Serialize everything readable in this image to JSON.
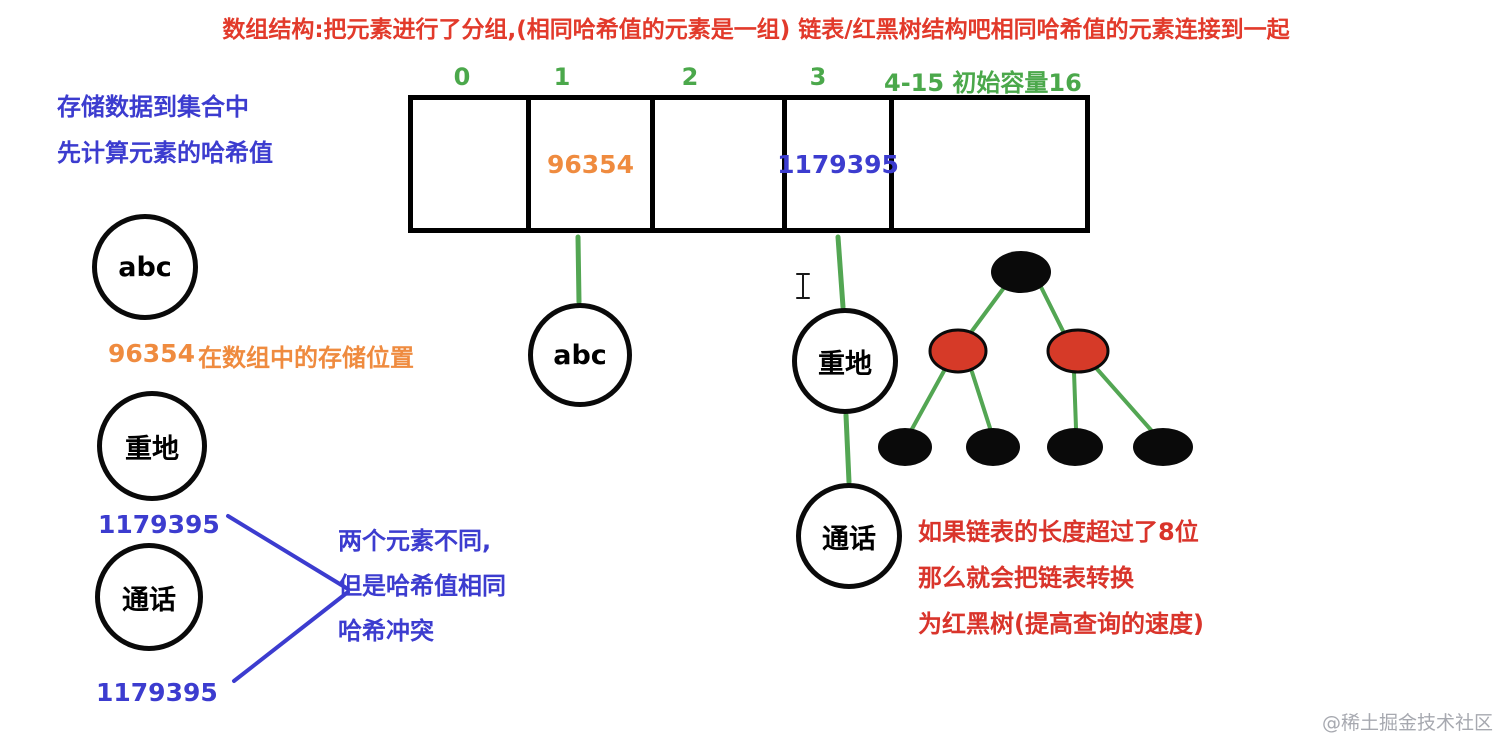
{
  "title": "数组结构:把元素进行了分组,(相同哈希值的元素是一组) 链表/红黑树结构吧相同哈希值的元素连接到一起",
  "colors": {
    "title_red": "#e23a2b",
    "index_green": "#4ba84b",
    "line_green": "#53a653",
    "note_blue": "#3c3ccf",
    "hash_orange": "#ef8b3f",
    "node_black": "#0a0a0a",
    "node_red": "#d63a28",
    "note_red": "#d9342b",
    "watermark_gray": "#a7a9b0"
  },
  "array": {
    "indices": [
      {
        "label": "0"
      },
      {
        "label": "1"
      },
      {
        "label": "2"
      },
      {
        "label": "3"
      },
      {
        "label": "4-15 初始容量16"
      }
    ],
    "cells": [
      {
        "value": ""
      },
      {
        "value": "96354"
      },
      {
        "value": ""
      },
      {
        "value": "1179395"
      },
      {
        "value": ""
      }
    ]
  },
  "left_panel": {
    "note1": "存储数据到集合中",
    "note2": "先计算元素的哈希值",
    "abc": {
      "label": "abc",
      "hash": "96354",
      "hash_note": "在数组中的存储位置"
    },
    "zhongdi": {
      "label": "重地",
      "hash": "1179395"
    },
    "tonghua": {
      "label": "通话",
      "hash": "1179395"
    },
    "conflict": {
      "line1": "两个元素不同,",
      "line2": "但是哈希值相同",
      "line3": "哈希冲突"
    }
  },
  "buckets": {
    "bucket1_node": "abc",
    "bucket3_node1": "重地",
    "bucket3_node2": "通话"
  },
  "rbtree_note": {
    "line1": "如果链表的长度超过了8位",
    "line2": "那么就会把链表转换",
    "line3": "为红黑树(提高查询的速度)"
  },
  "watermark": "@稀土掘金技术社区"
}
